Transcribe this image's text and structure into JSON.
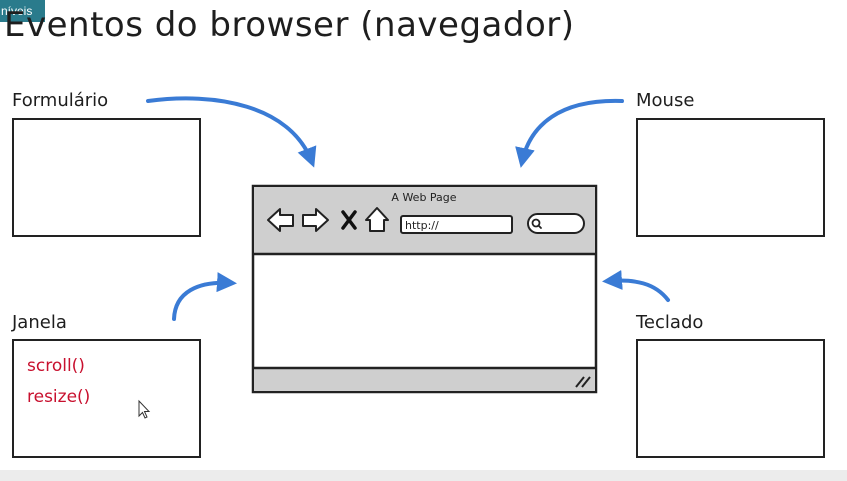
{
  "tag": "níveis",
  "title": "Eventos do browser (navegador)",
  "panels": {
    "formulario": {
      "label": "Formulário"
    },
    "mouse": {
      "label": "Mouse"
    },
    "janela": {
      "label": "Janela",
      "items": [
        "scroll()",
        "resize()"
      ]
    },
    "teclado": {
      "label": "Teclado"
    }
  },
  "browser": {
    "page_title": "A Web Page",
    "url": "http://"
  },
  "colors": {
    "arrow": "#3a7bd5",
    "code": "#c8102e",
    "outline": "#222222",
    "tag_bg": "#2a7b8c"
  },
  "icons": [
    "back-arrow-icon",
    "forward-arrow-icon",
    "stop-x-icon",
    "home-icon",
    "search-icon",
    "resize-grip-icon",
    "mouse-cursor-icon"
  ]
}
